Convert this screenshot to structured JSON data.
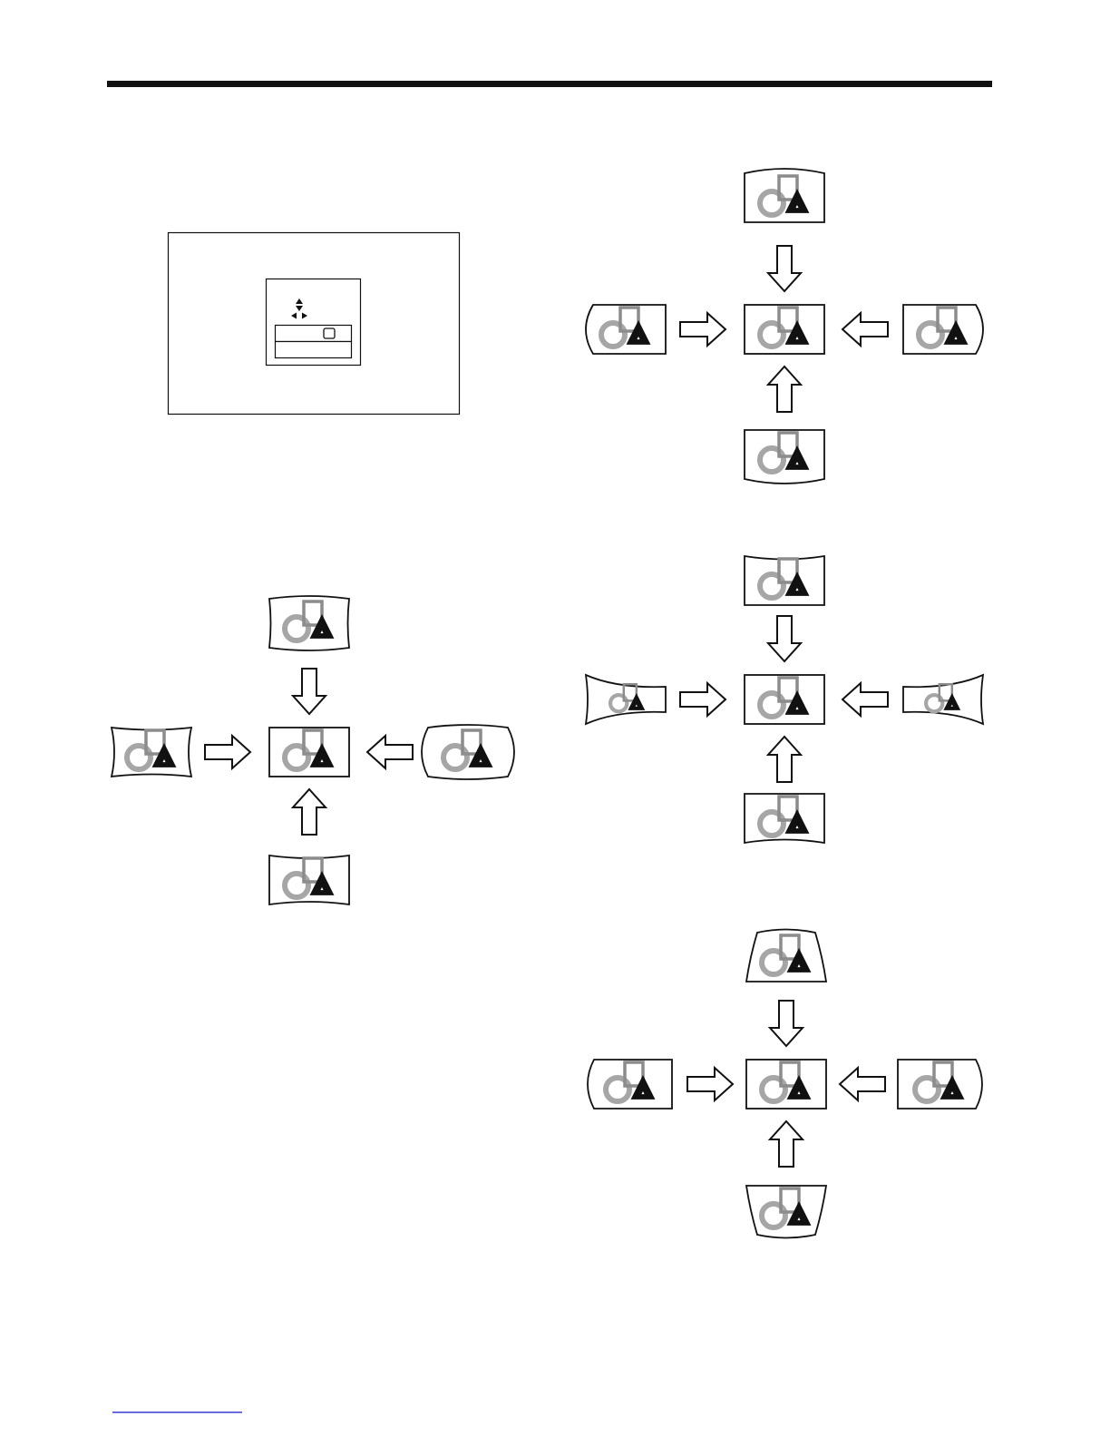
{
  "page": {
    "background": "#ffffff",
    "ink": "#111111",
    "shape_gray": "#999999"
  },
  "panel": {
    "icons": [
      "arrow-up-down-icon",
      "arrow-left-right-icon",
      "square-icon"
    ]
  },
  "figures": [
    {
      "name": "figure-top-right",
      "edge_style": "bulge"
    },
    {
      "name": "figure-left",
      "edge_style": "pincushion"
    },
    {
      "name": "figure-middle-right",
      "edge_style": "wave"
    },
    {
      "name": "figure-bottom-right",
      "edge_style": "keystone-curve"
    }
  ]
}
